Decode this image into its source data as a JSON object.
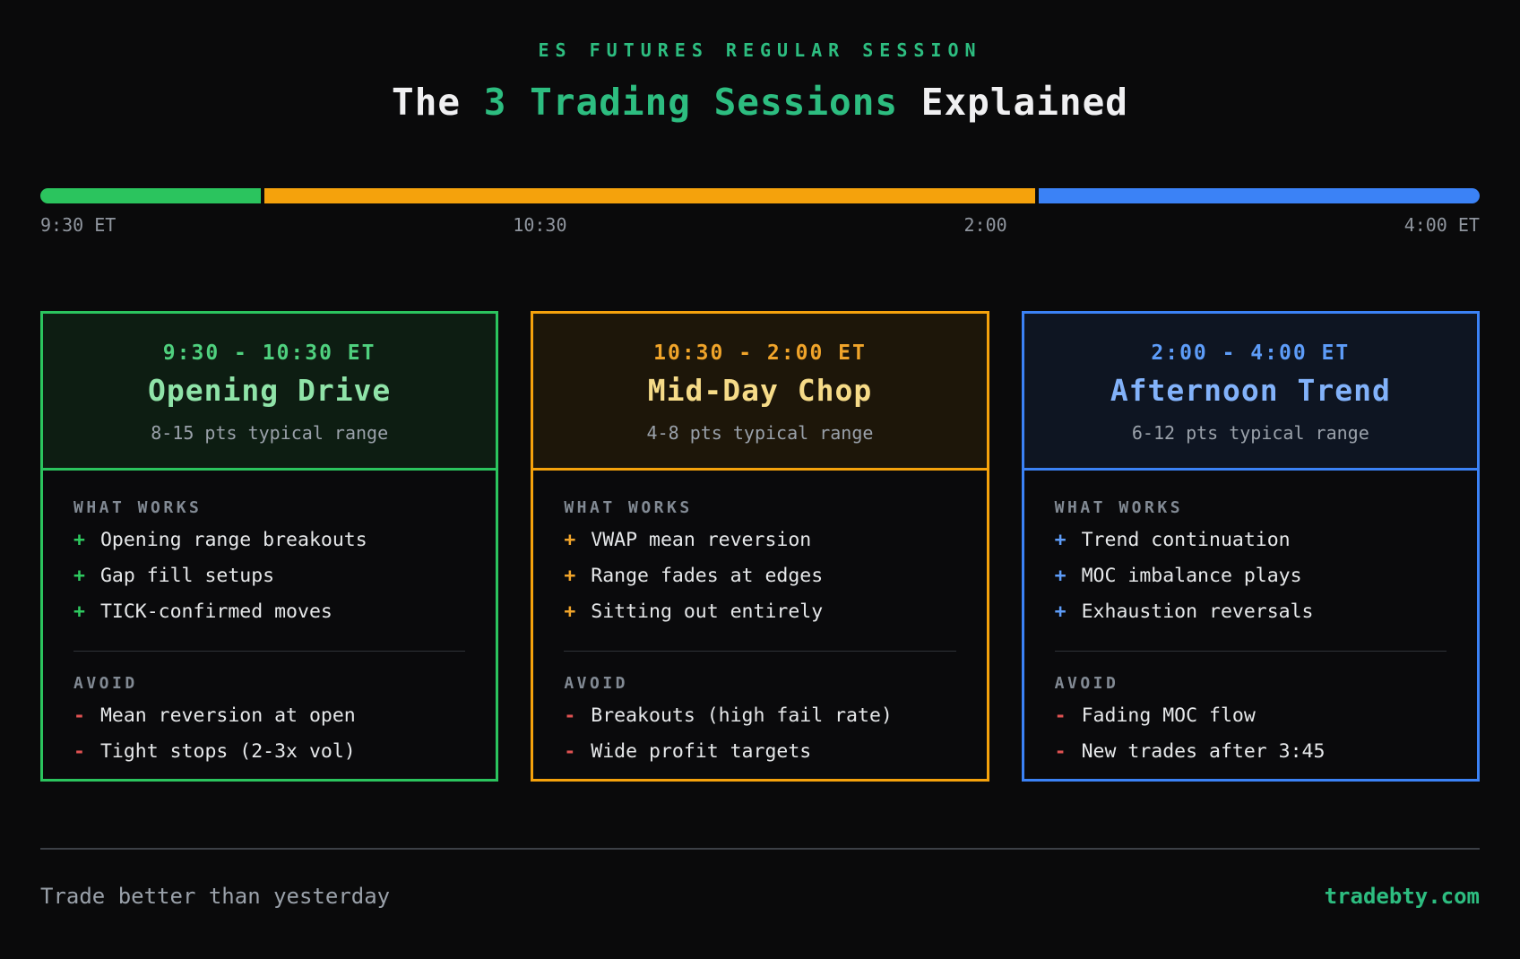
{
  "colors": {
    "background": "#0a0a0b",
    "accent_emerald": "#2dbd80",
    "timeline_green": "#2bc45e",
    "timeline_orange": "#f5a20c",
    "timeline_blue": "#3b82f6",
    "minus_red": "#e05252",
    "body_text": "#e6e8ea",
    "muted_gray": "#9aa1aa",
    "label_gray": "#828a94"
  },
  "header": {
    "eyebrow": "ES FUTURES REGULAR SESSION",
    "title_prefix": "The ",
    "title_highlight": "3 Trading Sessions",
    "title_suffix": " Explained"
  },
  "timeline": {
    "segments": [
      {
        "name": "opening-drive",
        "color": "#2bc45e",
        "duration_hours": 1
      },
      {
        "name": "mid-day-chop",
        "color": "#f5a20c",
        "duration_hours": 3.5
      },
      {
        "name": "afternoon-trend",
        "color": "#3b82f6",
        "duration_hours": 2
      }
    ],
    "labels": [
      "9:30 ET",
      "10:30",
      "2:00",
      "4:00 ET"
    ]
  },
  "cards": [
    {
      "time": "9:30 - 10:30 ET",
      "title": "Opening Drive",
      "range": "8-15 pts typical range",
      "works_label": "WHAT WORKS",
      "works": [
        "Opening range breakouts",
        "Gap fill setups",
        "TICK-confirmed moves"
      ],
      "avoid_label": "AVOID",
      "avoid": [
        "Mean reversion at open",
        "Tight stops (2-3x vol)"
      ],
      "plus_glyph": "+",
      "minus_glyph": "-",
      "accent": "#2bc45e",
      "bullet_color": "#2ec95f",
      "header_bg": "#0d1d12",
      "time_color": "#4fd07e",
      "title_color": "#8fe3a8"
    },
    {
      "time": "10:30 - 2:00 ET",
      "title": "Mid-Day Chop",
      "range": "4-8 pts typical range",
      "works_label": "WHAT WORKS",
      "works": [
        "VWAP mean reversion",
        "Range fades at edges",
        "Sitting out entirely"
      ],
      "avoid_label": "AVOID",
      "avoid": [
        "Breakouts (high fail rate)",
        "Wide profit targets"
      ],
      "plus_glyph": "+",
      "minus_glyph": "-",
      "accent": "#f5a20c",
      "bullet_color": "#f0a42a",
      "header_bg": "#1d1609",
      "time_color": "#f0a42a",
      "title_color": "#f6db88"
    },
    {
      "time": "2:00 - 4:00 ET",
      "title": "Afternoon Trend",
      "range": "6-12 pts typical range",
      "works_label": "WHAT WORKS",
      "works": [
        "Trend continuation",
        "MOC imbalance plays",
        "Exhaustion reversals"
      ],
      "avoid_label": "AVOID",
      "avoid": [
        "Fading MOC flow",
        "New trades after 3:45"
      ],
      "plus_glyph": "+",
      "minus_glyph": "-",
      "accent": "#3b82f6",
      "bullet_color": "#5d9cf8",
      "header_bg": "#0e1522",
      "time_color": "#5d9cf8",
      "title_color": "#82b2fa"
    }
  ],
  "footer": {
    "tagline": "Trade better than yesterday",
    "site": "tradebty.com"
  }
}
